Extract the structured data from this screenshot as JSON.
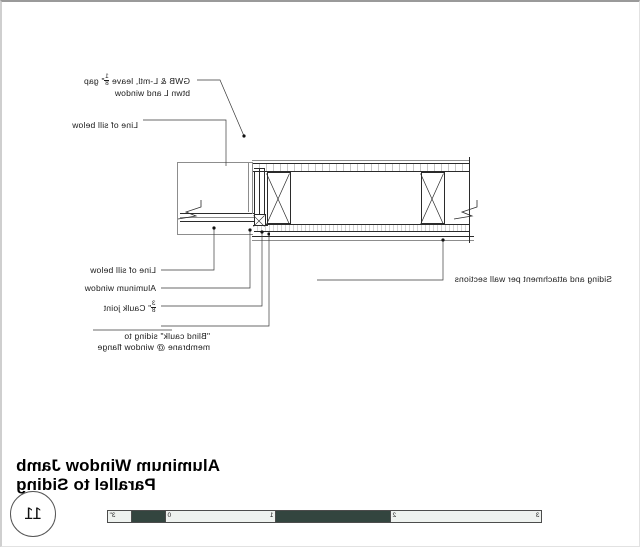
{
  "sheet": {
    "orientation": "mirrored",
    "background": "#ffffff",
    "border_color": "#cfcfcf"
  },
  "title_block": {
    "line1": "Aluminum Window Jamb",
    "line2": "Parallel to Siding",
    "detail_number": "11"
  },
  "scale_bar": {
    "labels": [
      "3",
      "2",
      "1",
      "0",
      "3\""
    ],
    "segments": [
      {
        "fill": "#eef2ef",
        "left_label": "3",
        "right_label": "2"
      },
      {
        "fill": "#33453f",
        "left_label": "",
        "right_label": ""
      },
      {
        "fill": "#eef2ef",
        "left_label": "1",
        "right_label": "0"
      },
      {
        "fill": "#33453f",
        "left_label": "",
        "right_label": ""
      },
      {
        "fill": "#eef2ef",
        "left_label": "",
        "right_label": "3\""
      }
    ]
  },
  "annotations": [
    {
      "id": "gwb-note",
      "lines": [
        "GWB & L-mtl, leave ",
        "\" gap",
        "btwn L and window"
      ],
      "text": "GWB & L-mtl, leave 1/8\" gap btwn L and window",
      "fraction": {
        "numerator": "1",
        "denominator": "8"
      }
    },
    {
      "id": "line-of-sill-below-top",
      "text": "Line of sill below"
    },
    {
      "id": "siding-attachment",
      "text": "Siding and attachment per wall sections"
    },
    {
      "id": "line-of-sill-below-bottom",
      "text": "Line of sill below"
    },
    {
      "id": "aluminum-window",
      "text": "Aluminum window"
    },
    {
      "id": "caulk-joint",
      "text": "3/8\" Caulk joint",
      "fraction": {
        "numerator": "3",
        "denominator": "8"
      },
      "suffix": "\" Caulk joint"
    },
    {
      "id": "blind-caulk",
      "line1": "\"Blind caulk\" siding to",
      "line2": "membrane @ window flange"
    }
  ],
  "drawing": {
    "element_names": [
      "gwb-layer",
      "sheathing-layer",
      "siding-layer",
      "stud-left",
      "stud-right",
      "window-frame",
      "window-flange",
      "break-line-left",
      "break-line-right"
    ]
  }
}
